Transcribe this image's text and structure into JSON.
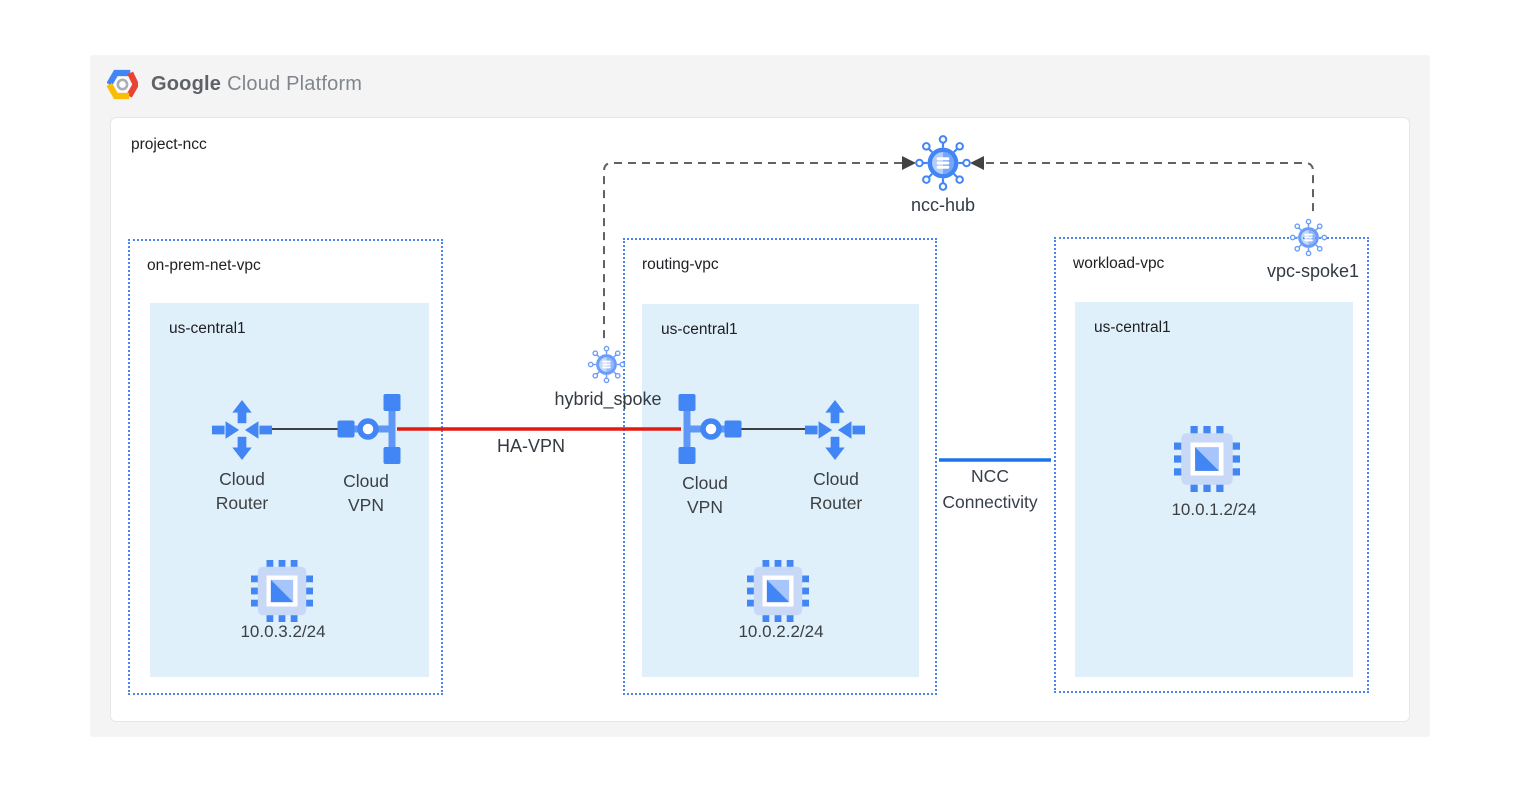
{
  "header": {
    "brand_bold": "Google",
    "brand_light": "Cloud Platform"
  },
  "project": {
    "label": "project-ncc"
  },
  "hub": {
    "label": "ncc-hub"
  },
  "spokes": {
    "hybrid": {
      "label": "hybrid_spoke"
    },
    "vpc": {
      "label": "vpc-spoke1"
    }
  },
  "connections": {
    "ha_vpn": {
      "label": "HA-VPN",
      "color": "#e11a12"
    },
    "ncc_connectivity": {
      "label": "NCC\nConnectivity",
      "color": "#1a73e8"
    },
    "dashed_color": "#5f6368"
  },
  "vpcs": [
    {
      "name": "on-prem-net-vpc",
      "region": "us-central1",
      "devices": [
        {
          "label": "Cloud\nRouter"
        },
        {
          "label": "Cloud\nVPN"
        }
      ],
      "vm_ip": "10.0.3.2/24"
    },
    {
      "name": "routing-vpc",
      "region": "us-central1",
      "devices": [
        {
          "label": "Cloud\nVPN"
        },
        {
          "label": "Cloud\nRouter"
        }
      ],
      "vm_ip": "10.0.2.2/24"
    },
    {
      "name": "workload-vpc",
      "region": "us-central1",
      "devices": [],
      "vm_ip": "10.0.1.2/24"
    }
  ],
  "icons": {
    "gcp_logo": "gcp-hexagon-icon",
    "hub": "ncc-hub-icon",
    "spoke": "ncc-spoke-icon",
    "router": "cloud-router-icon",
    "vpn": "cloud-vpn-icon",
    "vm": "compute-engine-vm-icon"
  },
  "palette": {
    "icon_blue": "#4285f4",
    "region_fill": "#dff0fb",
    "vpc_border": "#4c85f0",
    "canvas_bg": "#f4f4f5"
  }
}
